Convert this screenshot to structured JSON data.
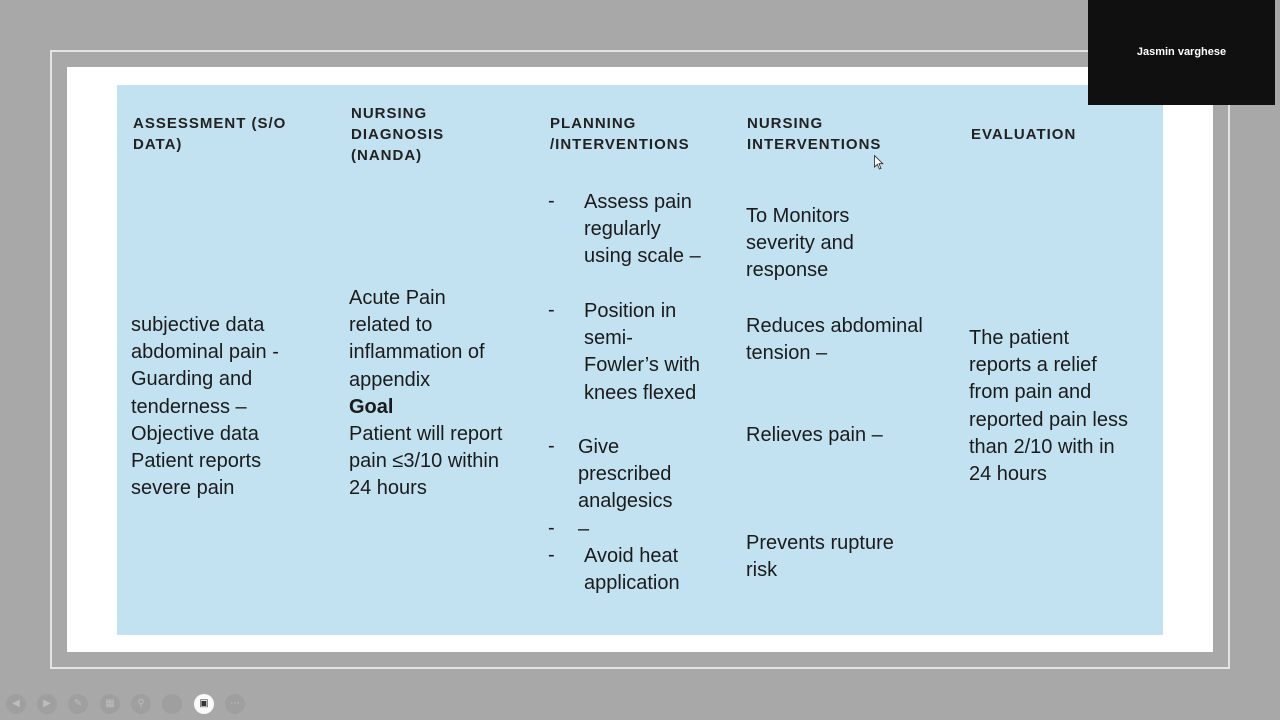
{
  "participant": {
    "name": "Jasmin varghese"
  },
  "table": {
    "headers": [
      "ASSESSMENT (S/O\nDATA)",
      "NURSING\nDIAGNOSIS\n(NANDA)",
      "PLANNING\n/INTERVENTIONS",
      "NURSING\nINTERVENTIONS",
      "EVALUATION"
    ],
    "assessment": " subjective data\nabdominal pain -\nGuarding and\ntenderness –\nObjective data\nPatient reports\nsevere pain",
    "diagnosis": "Acute Pain\nrelated to\ninflammation of\nappendix",
    "goal_label": "Goal",
    "goal_text": "Patient will report\npain ≤3/10 within\n24 hours",
    "planning": [
      {
        "bullet": "-",
        "text": "Assess pain\nregularly\nusing scale –"
      },
      {
        "bullet": "-",
        "text": "Position in\nsemi-\nFowler’s with\nknees flexed"
      },
      {
        "bullet": "-",
        "text": "Give\nprescribed\nanalgesics"
      },
      {
        "bullet": "-",
        "text": "–"
      },
      {
        "bullet": "-",
        "text": " Avoid heat\napplication"
      }
    ],
    "interventions": [
      "To  Monitors\nseverity and\nresponse",
      "Reduces abdominal\ntension –",
      "Relieves pain –",
      "Prevents rupture\nrisk"
    ],
    "evaluation": "The patient\nreports a relief\nfrom pain and\nreported pain less\nthan 2/10  with in\n24 hours"
  },
  "toolbar": {
    "icons": [
      "previous-icon",
      "next-icon",
      "pen-icon",
      "slides-icon",
      "zoom-icon",
      "blank-icon",
      "camera-icon",
      "more-icon"
    ]
  }
}
